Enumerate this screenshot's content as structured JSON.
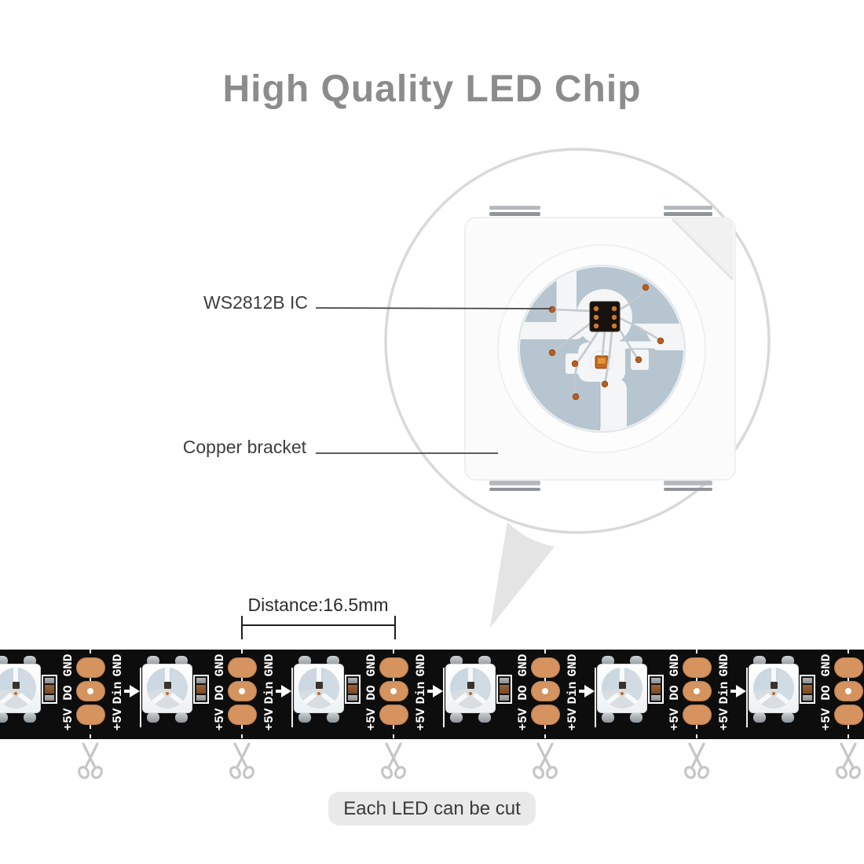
{
  "title": "High Quality LED Chip",
  "magnifier": {
    "description": "magnified WS2812B LED chip inside a circular zoom bubble",
    "callouts": [
      {
        "label": "WS2812B IC"
      },
      {
        "label": "Copper bracket"
      }
    ]
  },
  "distance": {
    "label": "Distance:16.5mm"
  },
  "strip": {
    "pad_labels_output": [
      "GND",
      "DO",
      "+5V"
    ],
    "pad_labels_input": [
      "GND",
      "Din",
      "+5V"
    ],
    "cut_note": "Each LED can be cut",
    "cut_positions": [
      115,
      308,
      501,
      694,
      887,
      1080
    ],
    "led_positions": [
      20,
      213,
      406,
      599,
      792,
      985
    ],
    "colors": {
      "pad": "#d4935f",
      "strip_bg": "#0d0d0d",
      "scissors": "#c6c6c6"
    }
  },
  "colors": {
    "title_gray": "#8c8c8c",
    "callout_text": "#3d3d3d",
    "note_bg": "#e9e9e9",
    "note_text": "#3a3a3a",
    "lead_frame_blue": "#b6c5d0",
    "bond_pad_orange": "#b95f1e"
  }
}
